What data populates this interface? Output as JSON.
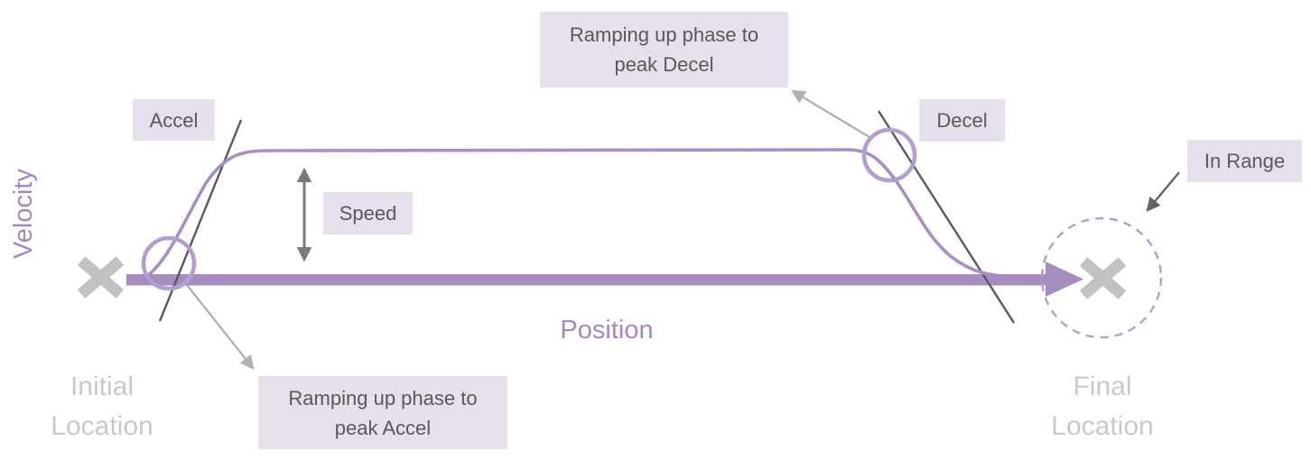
{
  "diagram": {
    "description": "Trapezoidal motion profile: velocity versus position from initial to final location"
  },
  "axes": {
    "y_label": "Velocity",
    "x_label": "Position"
  },
  "locations": {
    "initial": "Initial\nLocation",
    "final": "Final\nLocation"
  },
  "badges": {
    "accel": "Accel",
    "decel": "Decel",
    "speed": "Speed",
    "in_range": "In Range",
    "ramp_accel": "Ramping up phase to\npeak Accel",
    "ramp_decel": "Ramping up phase to\npeak Decel"
  },
  "theme": {
    "badge_bg": "#e6dfec",
    "badge_text": "#595959",
    "curve_purple": "#a88fc3",
    "arrow_purple": "#a58dbe",
    "circle_purple": "#b29fd0",
    "axis_purple": "#a287c3",
    "marker_gray": "#c2c2c2",
    "location_gray": "#c9c9c9",
    "tangent_gray": "#5a5a5a",
    "pointer_light": "#b2b0b4",
    "pointer_dark": "#646464",
    "speed_gray": "#7b7b7b"
  }
}
